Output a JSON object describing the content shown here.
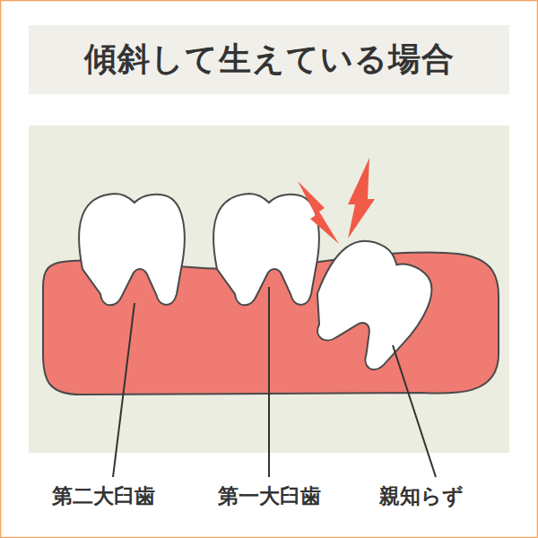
{
  "diagram": {
    "title": "傾斜して生えている場合",
    "labels": [
      "第二大臼歯",
      "第一大臼歯",
      "親知らず"
    ]
  }
}
